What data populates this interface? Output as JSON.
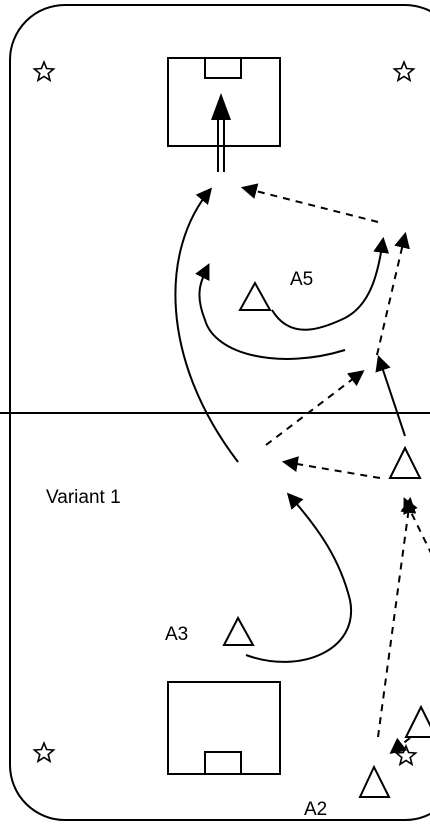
{
  "diagram": {
    "variant_label": "Variant 1",
    "players": [
      {
        "id": "a5",
        "label": "A5"
      },
      {
        "id": "a3",
        "label": "A3"
      },
      {
        "id": "a2",
        "label": "A2"
      },
      {
        "id": "mid",
        "label": ""
      },
      {
        "id": "corner",
        "label": ""
      }
    ],
    "colors": {
      "line": "#000000",
      "background": "#ffffff"
    }
  }
}
